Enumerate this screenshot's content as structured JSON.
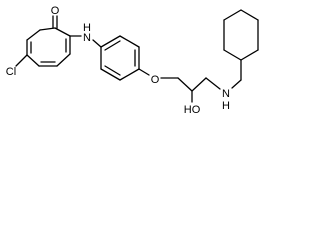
{
  "atoms": {
    "o_carbonyl": "O",
    "nh_aryl": "H",
    "nh_aryl_n": "N",
    "cl": "Cl",
    "o_ether": "O",
    "ho": "HO",
    "nh_cyclohexyl": "H",
    "nh_cyclohexyl_n": "N"
  },
  "colors": {
    "line": "#000000",
    "background": "#ffffff"
  }
}
